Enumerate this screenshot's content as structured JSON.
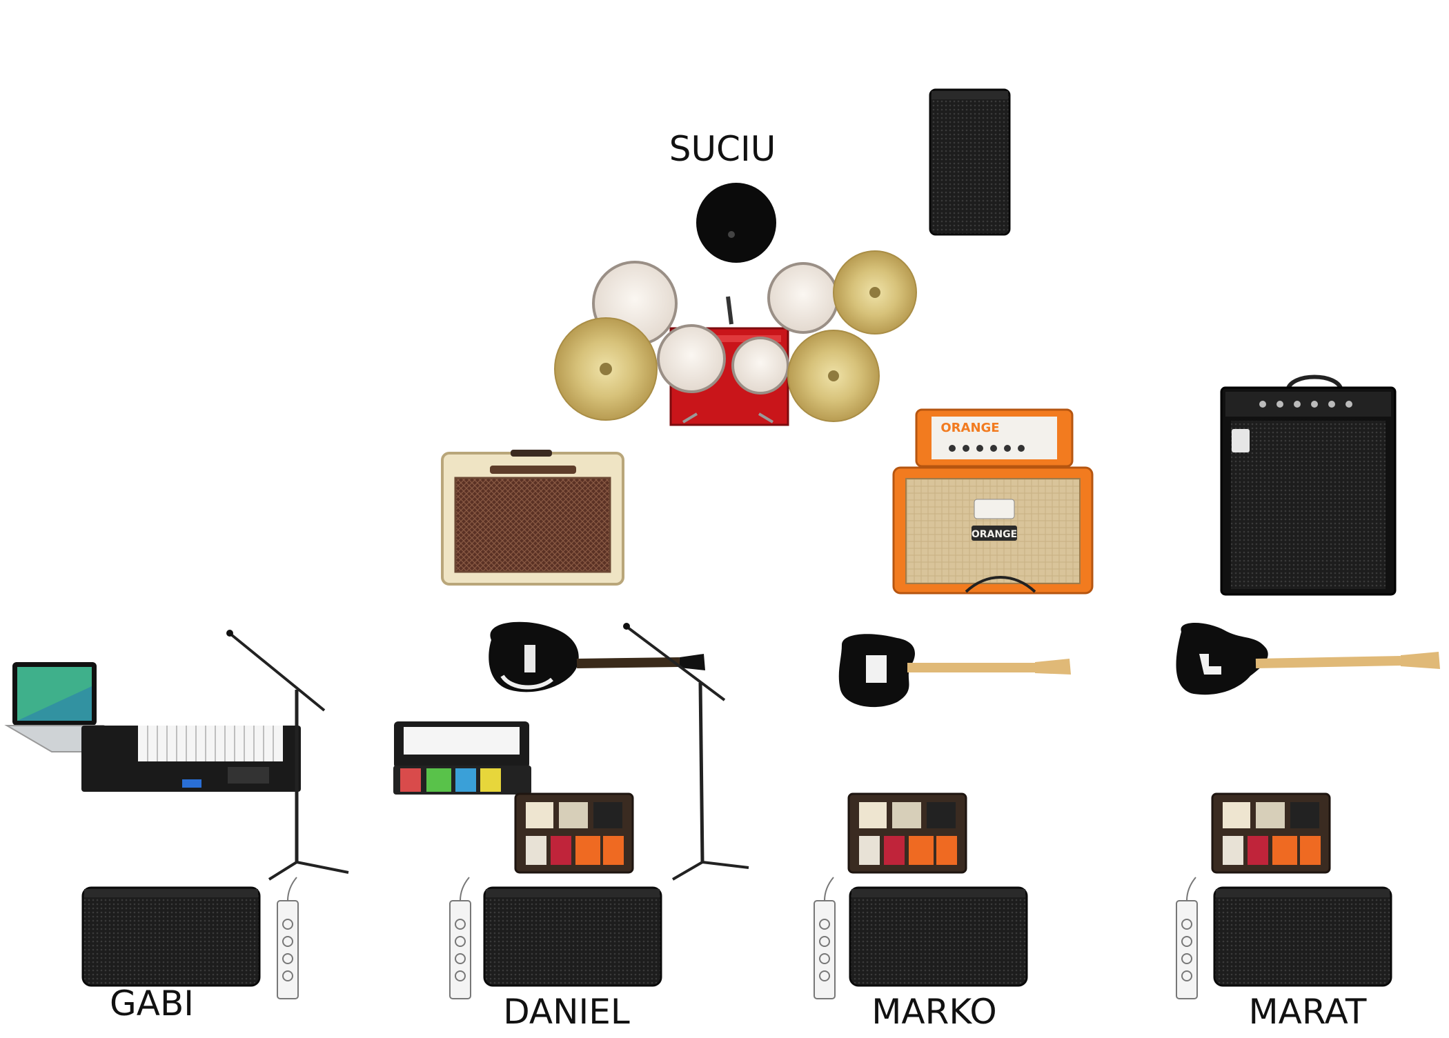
{
  "stage_plot": {
    "musicians": {
      "drummer": "SUCIU",
      "keys": "GABI",
      "guitar_1": "DANIEL",
      "guitar_2": "MARKO",
      "bass": "MARAT"
    },
    "brand_marks": {
      "orange_head": "ORANGE",
      "orange_cab": "ORANGE"
    }
  }
}
